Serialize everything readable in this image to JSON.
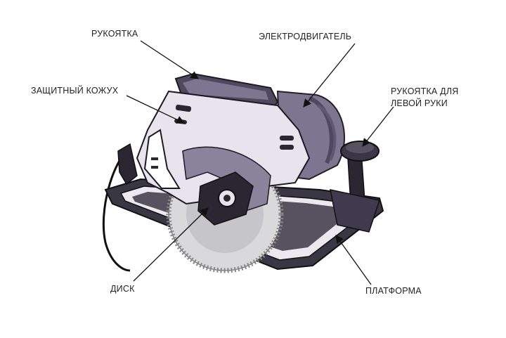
{
  "labels": {
    "handle": "РУКОЯТКА",
    "motor": "ЭЛЕКТРОДВИГАТЕЛЬ",
    "guard": "ЗАЩИТНЫЙ КОЖУХ",
    "left_handle": "РУКОЯТКА ДЛЯ ЛЕВОЙ РУКИ",
    "disc": "ДИСК",
    "platform": "ПЛАТФОРМА"
  },
  "colors": {
    "body_light": "#e8e4ee",
    "body_mid": "#7d7690",
    "body_dark": "#3f3a4d",
    "outline": "#1c1a22",
    "blade": "#d9d9dc"
  }
}
